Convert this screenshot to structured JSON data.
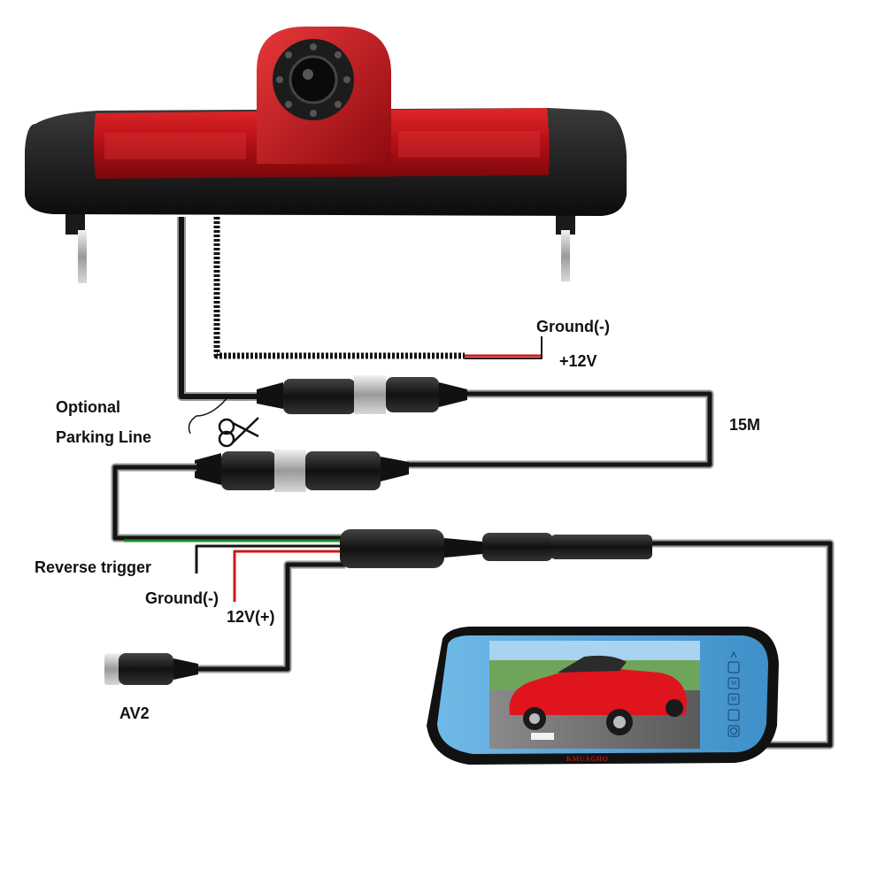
{
  "labels": {
    "ground_top": "Ground(-)",
    "plus_12v_top": "+12V",
    "optional": "Optional",
    "parking_line": "Parking Line",
    "length_15m": "15M",
    "reverse_trigger": "Reverse trigger",
    "ground_bottom": "Ground(-)",
    "plus_12v_bottom": "12V(+)",
    "av2": "AV2"
  },
  "monitor": {
    "brand": "KMUAGHO",
    "buttons": [
      "M",
      "M"
    ]
  },
  "colors": {
    "camera_red": "#c8141a",
    "housing_black": "#1a1a1a",
    "cable_black": "#141414",
    "cable_grey": "#9a9a9a",
    "wire_red": "#d01818",
    "wire_green": "#1f8f2a",
    "screen_blue": "#4aa0d8",
    "car_red": "#e0141c"
  },
  "icons": [
    "scissors-icon",
    "power-icon",
    "up-arrow-icon",
    "down-arrow-icon",
    "menu-icon"
  ]
}
